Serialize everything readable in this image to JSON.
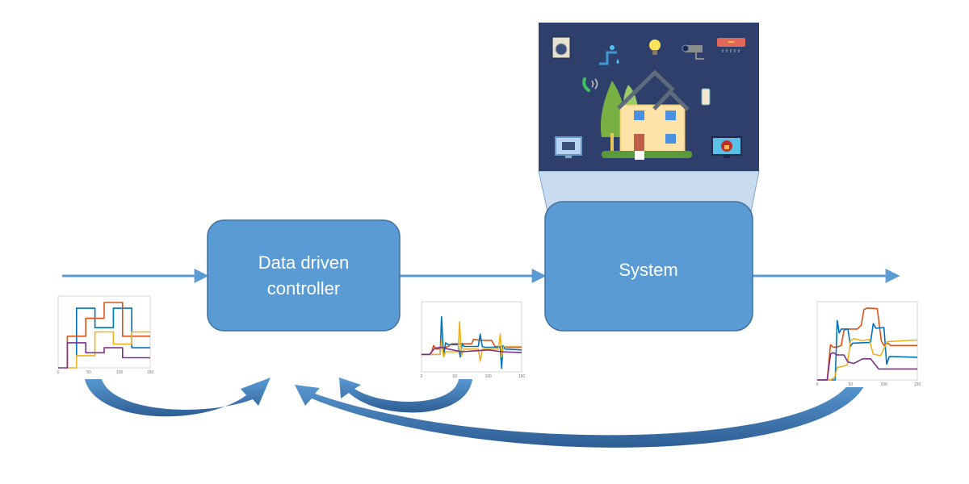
{
  "colors": {
    "box_fill": "#5b9bd5",
    "box_stroke": "#41719c",
    "arrow": "#5b9bd5",
    "panel_bg": "#2f3f6b",
    "panel_connector": "#c9dcef",
    "feedback_dark": "#2e5d93"
  },
  "controller": {
    "line1": "Data driven",
    "line2": "controller"
  },
  "system": {
    "label": "System"
  },
  "smart_home_icons": [
    "washing-machine-icon",
    "water-tap-icon",
    "light-bulb-icon",
    "security-camera-icon",
    "air-conditioner-icon",
    "phone-icon",
    "smartphone-icon",
    "tv-monitor-icon",
    "lock-monitor-icon",
    "house-icon",
    "tree-icon"
  ],
  "plots": [
    {
      "name": "reference-signal-plot",
      "xlim": [
        0,
        150
      ],
      "ylim": [
        0,
        10
      ],
      "xticks": [
        "0",
        "50",
        "100",
        "150"
      ],
      "series": [
        {
          "color": "#0072bd",
          "points": [
            [
              30,
              1.7
            ],
            [
              30,
              8.3
            ],
            [
              60,
              8.3
            ],
            [
              60,
              5.6
            ],
            [
              90,
              5.6
            ],
            [
              90,
              8.3
            ],
            [
              120,
              8.3
            ],
            [
              120,
              2.8
            ],
            [
              150,
              2.8
            ]
          ]
        },
        {
          "color": "#d95319",
          "points": [
            [
              15,
              0
            ],
            [
              15,
              4.4
            ],
            [
              45,
              4.4
            ],
            [
              45,
              6.9
            ],
            [
              75,
              6.9
            ],
            [
              75,
              9.1
            ],
            [
              105,
              9.1
            ],
            [
              105,
              4.4
            ],
            [
              150,
              4.4
            ]
          ]
        },
        {
          "color": "#edb120",
          "points": [
            [
              15,
              0
            ],
            [
              30,
              0
            ],
            [
              30,
              1.7
            ],
            [
              60,
              1.7
            ],
            [
              60,
              5.0
            ],
            [
              90,
              5.0
            ],
            [
              90,
              3.3
            ],
            [
              120,
              3.3
            ],
            [
              120,
              5.0
            ],
            [
              150,
              5.0
            ]
          ]
        },
        {
          "color": "#7e2f8e",
          "points": [
            [
              0,
              0
            ],
            [
              15,
              0
            ],
            [
              15,
              3.5
            ],
            [
              45,
              3.5
            ],
            [
              45,
              2.1
            ],
            [
              75,
              2.1
            ],
            [
              75,
              2.8
            ],
            [
              105,
              2.8
            ],
            [
              105,
              1.4
            ],
            [
              150,
              1.4
            ]
          ]
        }
      ]
    },
    {
      "name": "control-signal-plot",
      "xlim": [
        0,
        150
      ],
      "ylim": [
        -2,
        6
      ],
      "xticks": [
        "0",
        "50",
        "100",
        "150"
      ],
      "series": [
        {
          "color": "#d95319",
          "points": [
            [
              0,
              0
            ],
            [
              14,
              0
            ],
            [
              18,
              1.0
            ],
            [
              22,
              0.6
            ],
            [
              30,
              0.7
            ],
            [
              40,
              0.9
            ],
            [
              45,
              1.2
            ],
            [
              60,
              1.2
            ],
            [
              75,
              1.2
            ],
            [
              78,
              1.7
            ],
            [
              90,
              1.6
            ],
            [
              105,
              1.6
            ],
            [
              110,
              0.9
            ],
            [
              120,
              0.9
            ],
            [
              130,
              0.8
            ],
            [
              150,
              0.8
            ]
          ]
        },
        {
          "color": "#0072bd",
          "points": [
            [
              0,
              0
            ],
            [
              28,
              0
            ],
            [
              30,
              4.3
            ],
            [
              33,
              -0.2
            ],
            [
              36,
              1.3
            ],
            [
              40,
              1.1
            ],
            [
              55,
              1.1
            ],
            [
              58,
              -0.3
            ],
            [
              61,
              1.2
            ],
            [
              64,
              0.9
            ],
            [
              85,
              0.9
            ],
            [
              88,
              2.3
            ],
            [
              91,
              0.9
            ],
            [
              95,
              0.8
            ],
            [
              118,
              0.8
            ],
            [
              120,
              -1.6
            ],
            [
              122,
              1.0
            ],
            [
              125,
              0.6
            ],
            [
              150,
              0.5
            ]
          ]
        },
        {
          "color": "#edb120",
          "points": [
            [
              0,
              0
            ],
            [
              28,
              0
            ],
            [
              30,
              1.6
            ],
            [
              33,
              -0.3
            ],
            [
              36,
              0.3
            ],
            [
              55,
              0.3
            ],
            [
              57,
              3.7
            ],
            [
              60,
              -0.2
            ],
            [
              63,
              0.6
            ],
            [
              85,
              0.6
            ],
            [
              88,
              -0.8
            ],
            [
              91,
              0.6
            ],
            [
              115,
              0.6
            ],
            [
              118,
              2.3
            ],
            [
              120,
              -0.3
            ],
            [
              123,
              0.9
            ],
            [
              150,
              0.9
            ]
          ]
        },
        {
          "color": "#7e2f8e",
          "points": [
            [
              0,
              0
            ],
            [
              12,
              0
            ],
            [
              20,
              0.7
            ],
            [
              30,
              0.8
            ],
            [
              40,
              0.6
            ],
            [
              60,
              0.3
            ],
            [
              80,
              0.4
            ],
            [
              100,
              0.5
            ],
            [
              120,
              0.3
            ],
            [
              150,
              0.2
            ]
          ]
        }
      ]
    },
    {
      "name": "system-output-plot",
      "xlim": [
        0,
        150
      ],
      "ylim": [
        0,
        10
      ],
      "xticks": [
        "0",
        "50",
        "100",
        "150"
      ],
      "series": [
        {
          "color": "#d95319",
          "points": [
            [
              0,
              0
            ],
            [
              15,
              0
            ],
            [
              20,
              4.5
            ],
            [
              24,
              4.2
            ],
            [
              30,
              4.2
            ],
            [
              36,
              4.4
            ],
            [
              40,
              6.3
            ],
            [
              44,
              6.5
            ],
            [
              60,
              6.5
            ],
            [
              66,
              7.0
            ],
            [
              70,
              9.0
            ],
            [
              75,
              9.2
            ],
            [
              90,
              9.1
            ],
            [
              96,
              5.0
            ],
            [
              100,
              4.4
            ],
            [
              106,
              4.7
            ],
            [
              110,
              4.4
            ],
            [
              150,
              4.4
            ]
          ]
        },
        {
          "color": "#0072bd",
          "points": [
            [
              0,
              0
            ],
            [
              27,
              0
            ],
            [
              30,
              7.6
            ],
            [
              33,
              6.0
            ],
            [
              36,
              6.5
            ],
            [
              46,
              6.5
            ],
            [
              50,
              4.3
            ],
            [
              53,
              4.7
            ],
            [
              80,
              4.8
            ],
            [
              84,
              7.2
            ],
            [
              88,
              6.6
            ],
            [
              100,
              6.7
            ],
            [
              104,
              2.0
            ],
            [
              108,
              3.0
            ],
            [
              150,
              2.9
            ]
          ]
        },
        {
          "color": "#edb120",
          "points": [
            [
              0,
              0
            ],
            [
              20,
              0
            ],
            [
              26,
              0.3
            ],
            [
              30,
              1.6
            ],
            [
              36,
              1.7
            ],
            [
              45,
              1.9
            ],
            [
              50,
              5.0
            ],
            [
              55,
              5.3
            ],
            [
              68,
              5.0
            ],
            [
              78,
              5.2
            ],
            [
              84,
              3.3
            ],
            [
              95,
              3.1
            ],
            [
              105,
              4.9
            ],
            [
              150,
              5.1
            ]
          ]
        },
        {
          "color": "#7e2f8e",
          "points": [
            [
              0,
              0
            ],
            [
              15,
              0
            ],
            [
              20,
              3.3
            ],
            [
              24,
              3.5
            ],
            [
              30,
              3.2
            ],
            [
              40,
              3.2
            ],
            [
              46,
              2.3
            ],
            [
              55,
              2.1
            ],
            [
              68,
              2.7
            ],
            [
              80,
              2.7
            ],
            [
              92,
              1.4
            ],
            [
              150,
              1.4
            ]
          ]
        }
      ]
    }
  ]
}
